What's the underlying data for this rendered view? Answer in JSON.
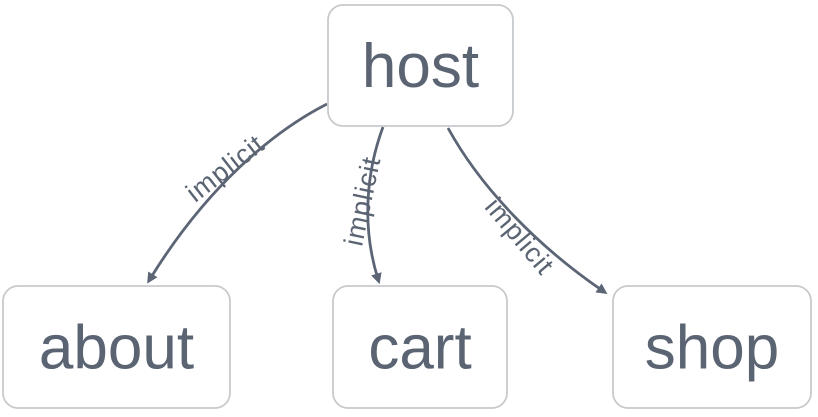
{
  "diagram": {
    "type": "flowchart-top-down",
    "nodes": [
      {
        "id": "host",
        "label": "host"
      },
      {
        "id": "about",
        "label": "about"
      },
      {
        "id": "cart",
        "label": "cart"
      },
      {
        "id": "shop",
        "label": "shop"
      }
    ],
    "edges": [
      {
        "from": "host",
        "to": "about",
        "label": "implicit"
      },
      {
        "from": "host",
        "to": "cart",
        "label": "implicit"
      },
      {
        "from": "host",
        "to": "shop",
        "label": "implicit"
      }
    ],
    "colors": {
      "node_fill": "#ffffff",
      "node_border": "#c7cacd",
      "text_color": "#5b6472",
      "edge_color": "#5c6575",
      "canvas_bg": "#ffffff"
    }
  }
}
